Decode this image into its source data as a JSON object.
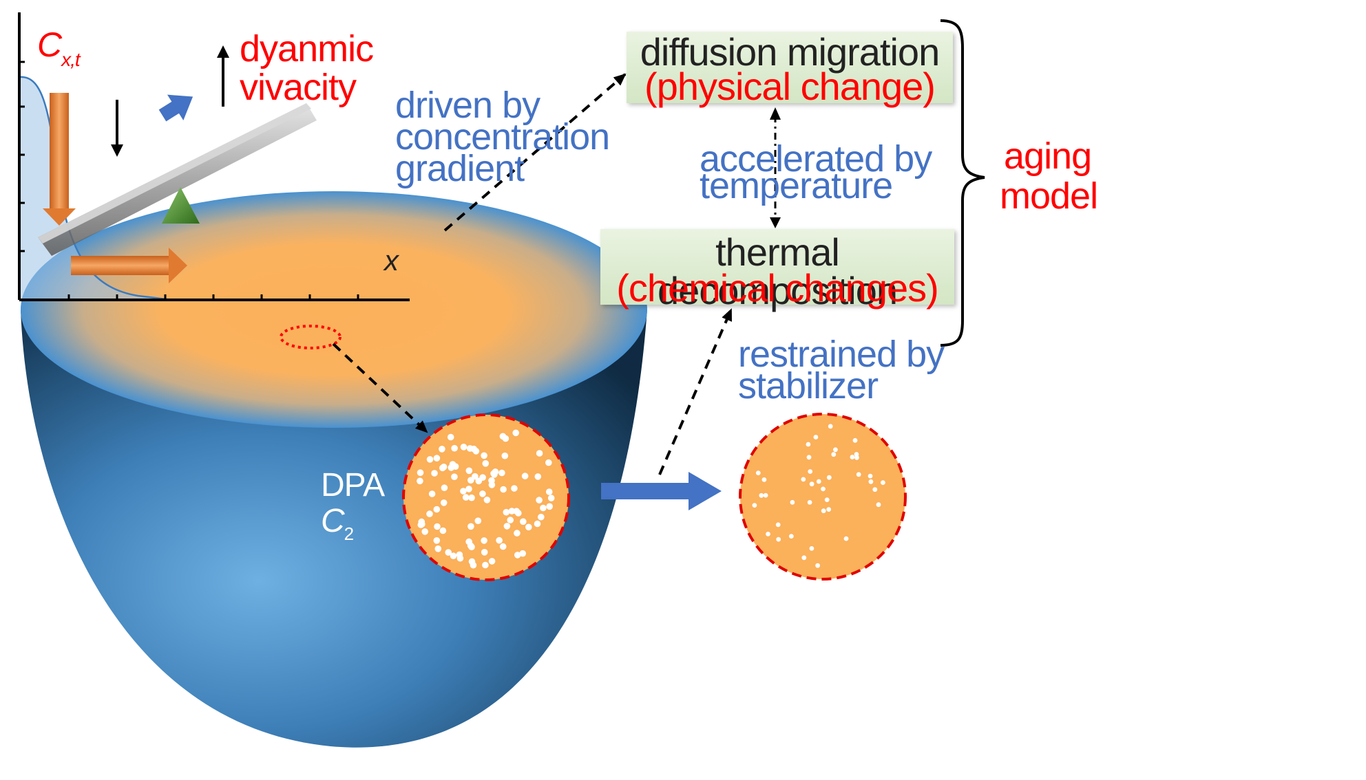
{
  "plot": {
    "ylabel_main": "C",
    "ylabel_sub": "x,t",
    "xlabel": "x"
  },
  "vivacity": {
    "line1": "dyanmic",
    "line2": "vivacity"
  },
  "driven": {
    "line1": "driven by",
    "line2": "concentration",
    "line3": "gradient"
  },
  "box_top": {
    "line1": "diffusion migration",
    "line2": "(physical change)"
  },
  "box_bottom": {
    "line1": "thermal decomposition",
    "line2": "(chemical changes)"
  },
  "accelerated": {
    "line1": "accelerated by",
    "line2": "temperature"
  },
  "restrained": {
    "line1": "restrained by",
    "line2": "stabilizer"
  },
  "aging": {
    "line1": "aging",
    "line2": "model"
  },
  "dpa": {
    "line1": "DPA",
    "line2_main": "C",
    "line2_sub": "2"
  },
  "colors": {
    "label_blue": "#4472c4",
    "label_red": "#ff0000",
    "box_green": "#dcebd0",
    "particle_orange": "#fbb05a",
    "hemisphere_blue": "#4a8fcc",
    "arrow_blue": "#4472c4"
  },
  "icons": [
    "orange-down-arrow-icon",
    "orange-right-arrow-icon",
    "black-down-arrow-icon",
    "black-up-arrow-icon",
    "blue-diagonal-arrow-icon",
    "blue-right-arrow-icon",
    "green-triangle-icon",
    "curly-brace-icon"
  ]
}
